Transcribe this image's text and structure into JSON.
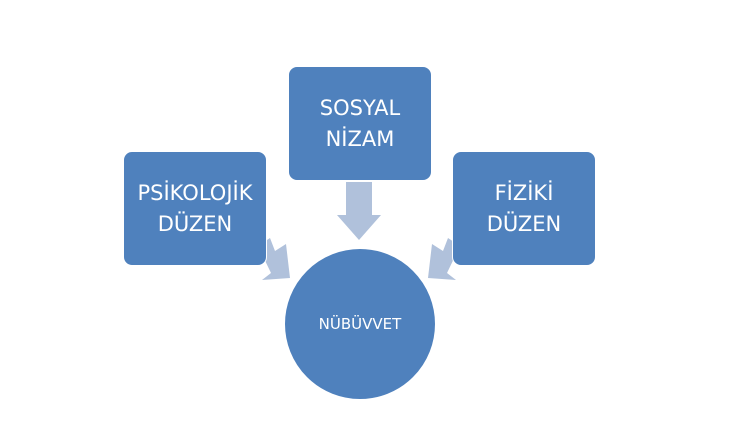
{
  "colors": {
    "node": "#4F81BD",
    "arrow": "#B0C1DB"
  },
  "nodes": {
    "top": {
      "line1": "SOSYAL",
      "line2": "NİZAM"
    },
    "left": {
      "line1": "PSİKOLOJİK",
      "line2": "DÜZEN"
    },
    "right": {
      "line1": "FİZİKİ",
      "line2": "DÜZEN"
    },
    "center": {
      "label": "NÜBÜVVET"
    }
  }
}
